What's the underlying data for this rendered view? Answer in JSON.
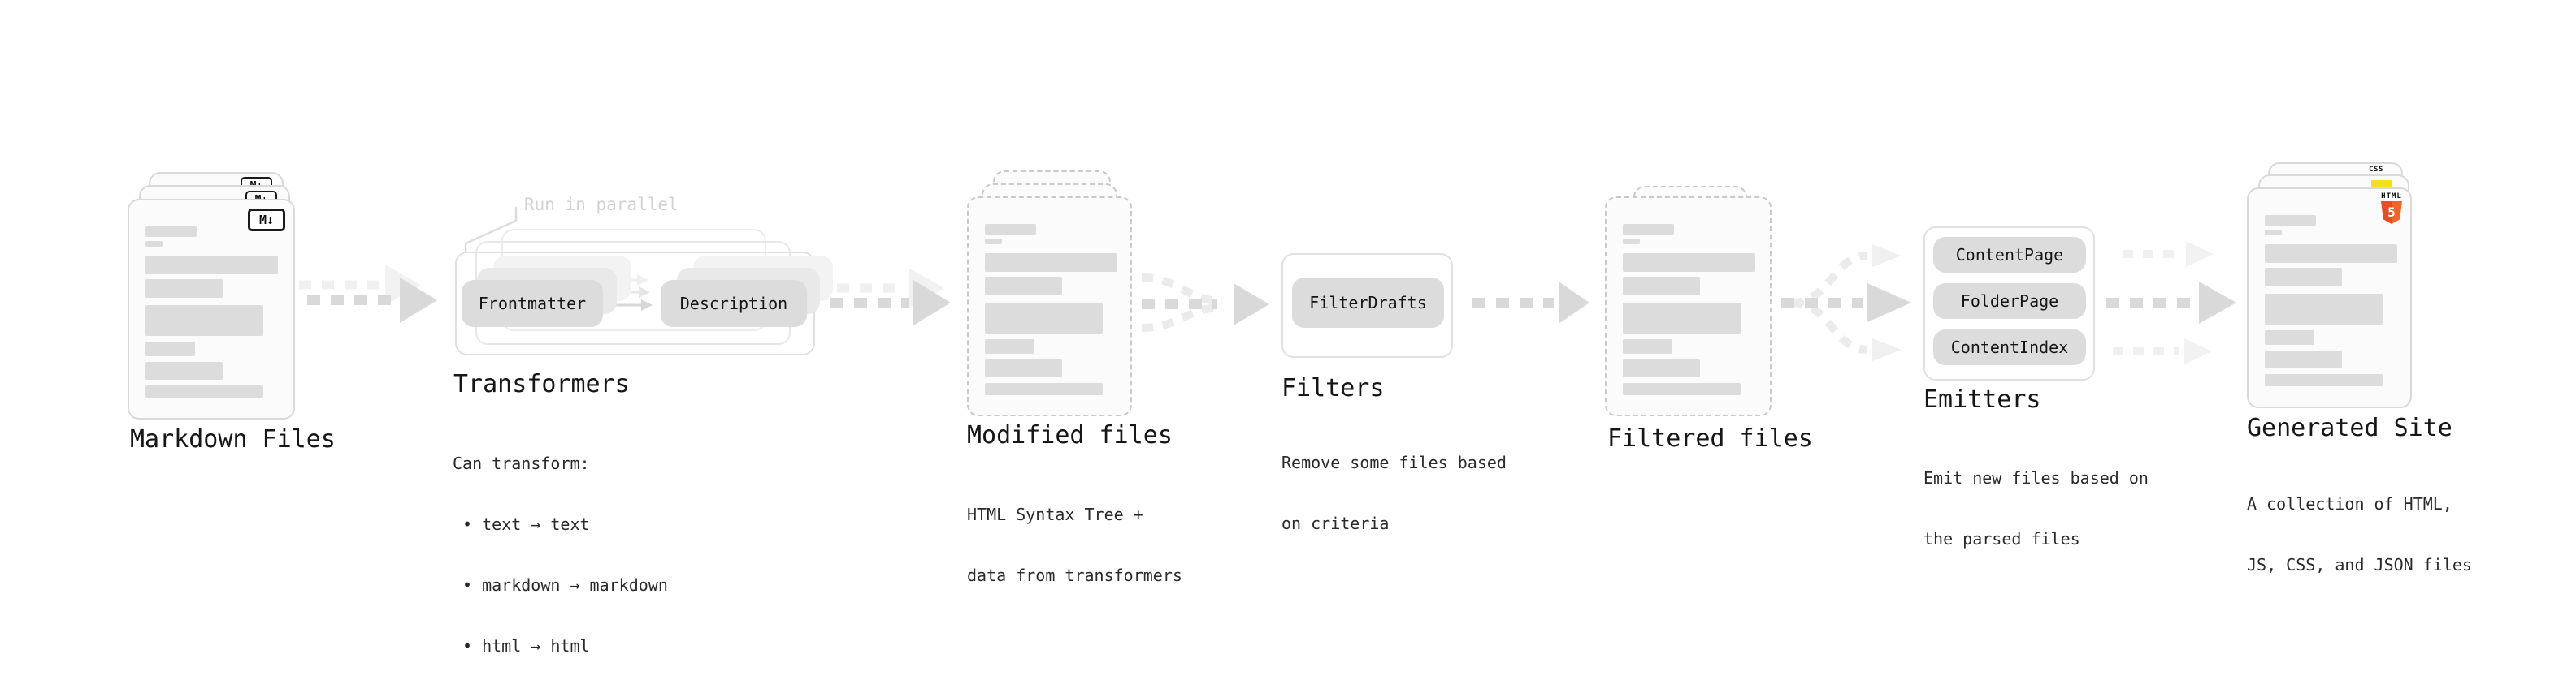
{
  "stages": {
    "markdown_files": {
      "label": "Markdown Files",
      "badge": "M↓"
    },
    "transformers": {
      "label": "Transformers",
      "parallel_note": "Run in parallel",
      "pill_left": "Frontmatter",
      "pill_right": "Description",
      "note_heading": "Can transform:",
      "bullets": [
        "• text → text",
        "• markdown → markdown",
        "• html → html"
      ]
    },
    "modified_files": {
      "label": "Modified files",
      "description_lines": [
        "HTML Syntax Tree +",
        "data from transformers"
      ]
    },
    "filters": {
      "label": "Filters",
      "pill": "FilterDrafts",
      "description_lines": [
        "Remove some files based",
        "on criteria"
      ]
    },
    "filtered_files": {
      "label": "Filtered files"
    },
    "emitters": {
      "label": "Emitters",
      "pills": [
        "ContentPage",
        "FolderPage",
        "ContentIndex"
      ],
      "description_lines": [
        "Emit new files based on",
        "the parsed files"
      ]
    },
    "generated_site": {
      "label": "Generated Site",
      "description_lines": [
        "A collection of HTML,",
        "JS, CSS, and JSON files"
      ],
      "badges": {
        "html_text": "HTML",
        "html_number": "5",
        "css_text": "CSS"
      }
    }
  },
  "colors": {
    "html5_orange": "#e44d26",
    "js_yellow": "#f7df1e",
    "css_blue": "#2f6fed",
    "arrow_gray": "#d9d9d9",
    "card_border": "#d9d9d9",
    "pill_gray": "#dcdcdc"
  }
}
